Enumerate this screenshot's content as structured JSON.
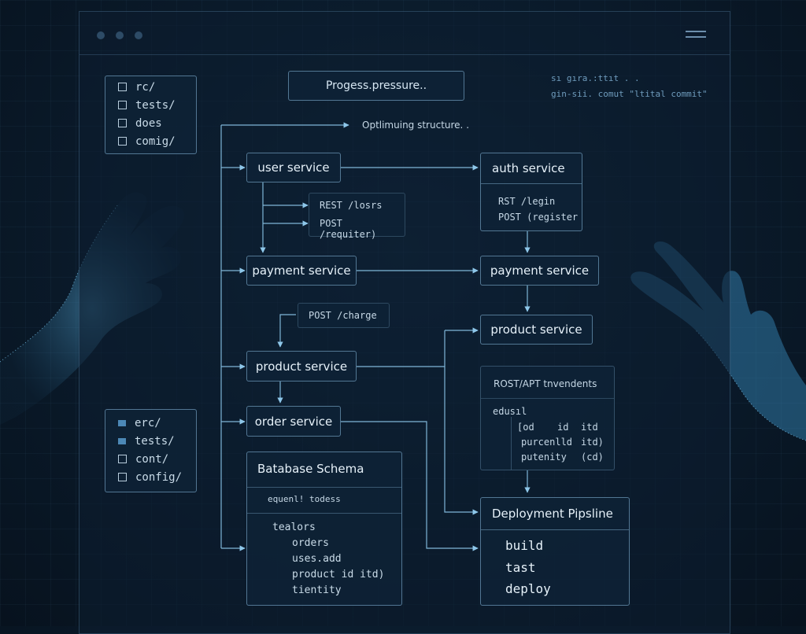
{
  "window": {
    "header_label": "Progess.pressure.."
  },
  "terminal": {
    "line1": "sı gıra.:ttıt  .  .",
    "line2": "gin-sii.  comut  \"ltital commit\""
  },
  "status_note": "Optlimuing structure. .",
  "file_tree_top": [
    {
      "label": "rc/",
      "icon": "checkbox"
    },
    {
      "label": "tests/",
      "icon": "checkbox"
    },
    {
      "label": "does",
      "icon": "checkbox"
    },
    {
      "label": "comig/",
      "icon": "checkbox"
    }
  ],
  "file_tree_bottom": [
    {
      "label": "erc/",
      "icon": "folder"
    },
    {
      "label": "tests/",
      "icon": "folder"
    },
    {
      "label": "cont/",
      "icon": "checkbox"
    },
    {
      "label": "config/",
      "icon": "checkbox"
    }
  ],
  "services": {
    "user": "user service",
    "payment_left": "payment service",
    "product_left": "product service",
    "order": "order service",
    "auth": "auth service",
    "payment_right": "payment service",
    "product_right": "product service"
  },
  "user_endpoints": [
    "REST /losrs",
    "POST /requiter)"
  ],
  "auth_endpoints": [
    "RST /legin",
    "POST (register"
  ],
  "charge_endpoint": "POST /charge",
  "product_panel": {
    "title": "ROST/APT tnvendents",
    "label": "edusıl",
    "rows": [
      [
        "[od",
        "id",
        "itd"
      ],
      [
        "purcenlld",
        "itd)"
      ],
      [
        "putenity",
        "(cd)"
      ]
    ]
  },
  "db_schema": {
    "title": "Batabase Schema",
    "subtitle": "equenl! todess",
    "section": "tealors",
    "items": [
      "orders",
      "uses.add",
      "product id itd)",
      "tientity"
    ]
  },
  "pipeline": {
    "title": "Deployment Pipsline",
    "steps": [
      "build",
      "tast",
      "deploy"
    ]
  }
}
